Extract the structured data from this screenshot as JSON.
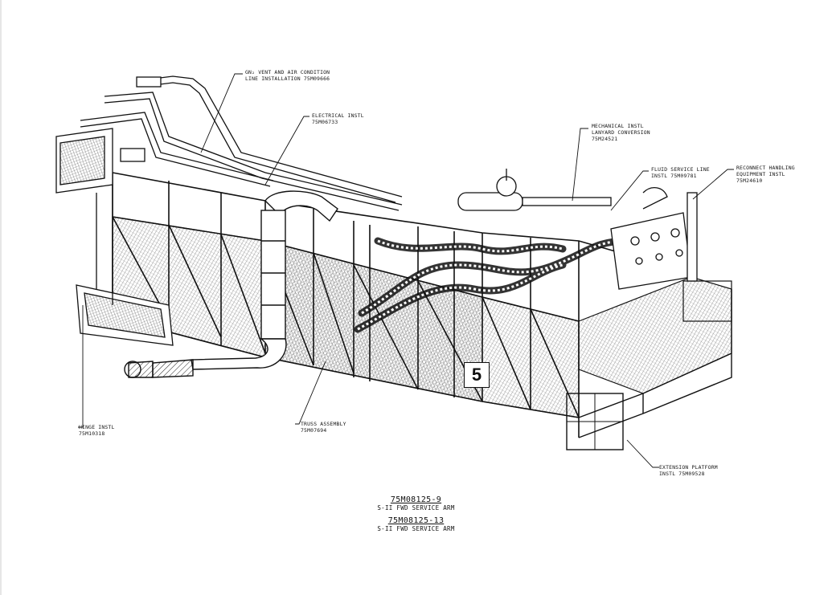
{
  "labels": {
    "gn2_vent": {
      "line1": "GN₂ VENT AND AIR CONDITION",
      "line2": "LINE INSTALLATION 75M09666"
    },
    "electrical": {
      "line1": "ELECTRICAL INSTL",
      "line2": "75M06733"
    },
    "mechanical": {
      "line1": "MECHANICAL INSTL",
      "line2": "LANYARD CONVERSION",
      "line3": "75M24521"
    },
    "fluid_service": {
      "line1": "FLUID SERVICE LINE",
      "line2": "INSTL 75M09781"
    },
    "reconnect": {
      "line1": "RECONNECT HANDLING",
      "line2": "EQUIPMENT INSTL",
      "line3": "75M24610"
    },
    "hinge": {
      "line1": "HINGE INSTL",
      "line2": "75M10318"
    },
    "truss": {
      "line1": "TRUSS ASSEMBLY",
      "line2": "75M07694"
    },
    "extension": {
      "line1": "EXTENSION PLATFORM",
      "line2": "INSTL 75M09528"
    }
  },
  "panel_number": "5",
  "captions": {
    "num1": "75M08125-9",
    "title1": "S-II FWD SERVICE ARM",
    "num2": "75M08125-13",
    "title2": "S-II FWD SERVICE ARM"
  }
}
